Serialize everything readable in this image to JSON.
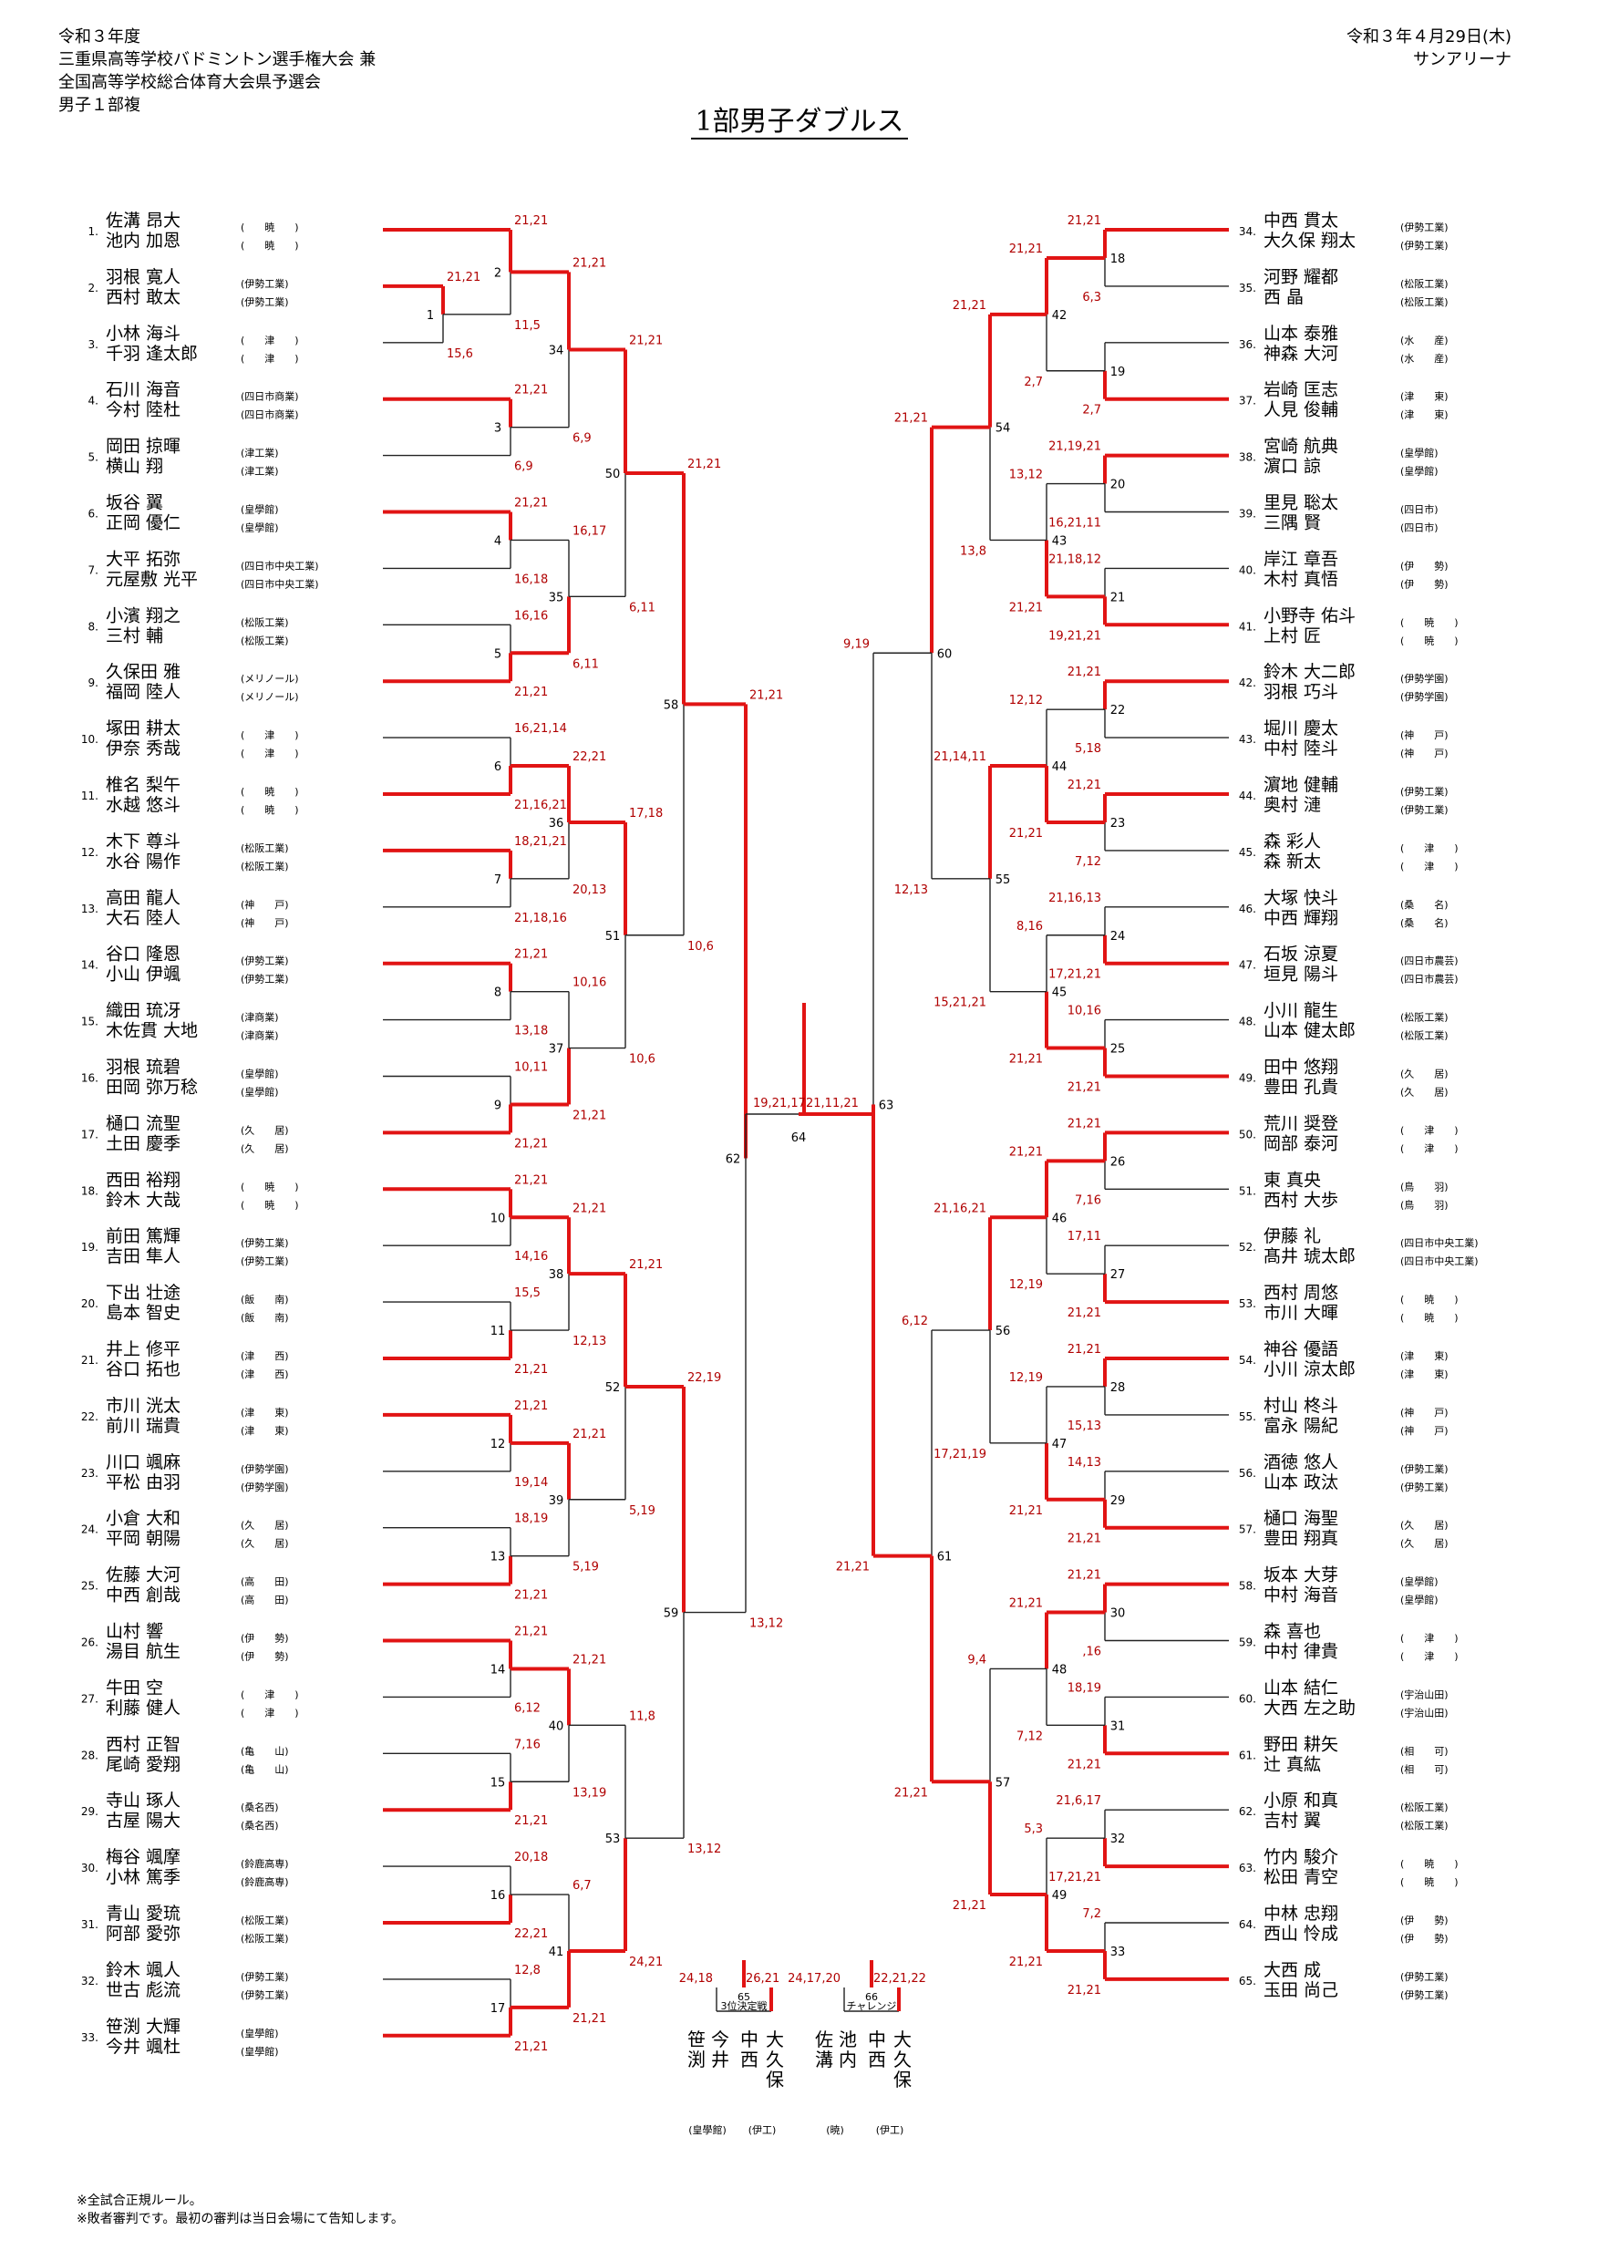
{
  "header": {
    "left_lines": [
      "令和３年度",
      "三重県高等学校バドミントン選手権大会 兼",
      "全国高等学校総合体育大会県予選会",
      "男子１部複"
    ],
    "date": "令和３年４月29日(木)",
    "venue": "サンアリーナ"
  },
  "title": "1部男子ダブルス",
  "footer": [
    "※全試合正規ルール。",
    "※敗者審判です。最初の審判は当日会場にて告知します。"
  ],
  "left_entries": [
    {
      "no": "1.",
      "p1": "佐溝 昂大",
      "p2": "池内 加恩",
      "school": "(　　暁　　)"
    },
    {
      "no": "2.",
      "p1": "羽根 寛人",
      "p2": "西村 敢太",
      "school": "(伊勢工業)"
    },
    {
      "no": "3.",
      "p1": "小林 海斗",
      "p2": "千羽 逢太郎",
      "school": "(　　津　　)"
    },
    {
      "no": "4.",
      "p1": "石川 海音",
      "p2": "今村 陸杜",
      "school": "(四日市商業)"
    },
    {
      "no": "5.",
      "p1": "岡田 掠暉",
      "p2": "横山 翔",
      "school": "(津工業)"
    },
    {
      "no": "6.",
      "p1": "坂谷 翼",
      "p2": "正岡 優仁",
      "school": "(皇學館)"
    },
    {
      "no": "7.",
      "p1": "大平 拓弥",
      "p2": "元屋敷 光平",
      "school": "(四日市中央工業)"
    },
    {
      "no": "8.",
      "p1": "小濱 翔之",
      "p2": "三村 輔",
      "school": "(松阪工業)"
    },
    {
      "no": "9.",
      "p1": "久保田 雅",
      "p2": "福岡 陸人",
      "school": "(メリノール)"
    },
    {
      "no": "10.",
      "p1": "塚田 耕太",
      "p2": "伊奈 秀哉",
      "school": "(　　津　　)"
    },
    {
      "no": "11.",
      "p1": "椎名 梨午",
      "p2": "水越 悠斗",
      "school": "(　　暁　　)"
    },
    {
      "no": "12.",
      "p1": "木下 尊斗",
      "p2": "水谷 陽作",
      "school": "(松阪工業)"
    },
    {
      "no": "13.",
      "p1": "高田 龍人",
      "p2": "大石 陸人",
      "school": "(神　　戸)"
    },
    {
      "no": "14.",
      "p1": "谷口 隆恩",
      "p2": "小山 伊颯",
      "school": "(伊勢工業)"
    },
    {
      "no": "15.",
      "p1": "織田 琉冴",
      "p2": "木佐貫 大地",
      "school": "(津商業)"
    },
    {
      "no": "16.",
      "p1": "羽根 琉碧",
      "p2": "田岡 弥万稔",
      "school": "(皇學館)"
    },
    {
      "no": "17.",
      "p1": "樋口 流聖",
      "p2": "土田 慶季",
      "school": "(久　　居)"
    },
    {
      "no": "18.",
      "p1": "西田 裕翔",
      "p2": "鈴木 大哉",
      "school": "(　　暁　　)"
    },
    {
      "no": "19.",
      "p1": "前田 篤輝",
      "p2": "吉田 隼人",
      "school": "(伊勢工業)"
    },
    {
      "no": "20.",
      "p1": "下出 壮途",
      "p2": "島本 智史",
      "school": "(飯　　南)"
    },
    {
      "no": "21.",
      "p1": "井上 修平",
      "p2": "谷口 拓也",
      "school": "(津　　西)"
    },
    {
      "no": "22.",
      "p1": "市川 洸太",
      "p2": "前川 瑞貴",
      "school": "(津　　東)"
    },
    {
      "no": "23.",
      "p1": "川口 颯麻",
      "p2": "平松 由羽",
      "school": "(伊勢学園)"
    },
    {
      "no": "24.",
      "p1": "小倉 大和",
      "p2": "平岡 朝陽",
      "school": "(久　　居)"
    },
    {
      "no": "25.",
      "p1": "佐藤 大河",
      "p2": "中西 創哉",
      "school": "(高　　田)"
    },
    {
      "no": "26.",
      "p1": "山村 響",
      "p2": "湯目 航生",
      "school": "(伊　　勢)"
    },
    {
      "no": "27.",
      "p1": "牛田 空",
      "p2": "利藤 健人",
      "school": "(　　津　　)"
    },
    {
      "no": "28.",
      "p1": "西村 正智",
      "p2": "尾崎 愛翔",
      "school": "(亀　　山)"
    },
    {
      "no": "29.",
      "p1": "寺山 琢人",
      "p2": "古屋 陽大",
      "school": "(桑名西)"
    },
    {
      "no": "30.",
      "p1": "梅谷 颯摩",
      "p2": "小林 篤季",
      "school": "(鈴鹿高専)"
    },
    {
      "no": "31.",
      "p1": "青山 愛琉",
      "p2": "阿部 愛弥",
      "school": "(松阪工業)"
    },
    {
      "no": "32.",
      "p1": "鈴木 颯人",
      "p2": "世古 彪流",
      "school": "(伊勢工業)"
    },
    {
      "no": "33.",
      "p1": "笹渕 大輝",
      "p2": "今井 颯杜",
      "school": "(皇學館)"
    }
  ],
  "right_entries": [
    {
      "no": "34.",
      "p1": "中西 貫太",
      "p2": "大久保 翔太",
      "school": "(伊勢工業)"
    },
    {
      "no": "35.",
      "p1": "河野 耀都",
      "p2": "西 晶",
      "school": "(松阪工業)"
    },
    {
      "no": "36.",
      "p1": "山本 泰雅",
      "p2": "神森 大河",
      "school": "(水　　産)"
    },
    {
      "no": "37.",
      "p1": "岩崎 匡志",
      "p2": "人見 俊輔",
      "school": "(津　　東)"
    },
    {
      "no": "38.",
      "p1": "宮崎 航典",
      "p2": "濵口 諒",
      "school": "(皇學館)"
    },
    {
      "no": "39.",
      "p1": "里見 聡太",
      "p2": "三隅 賢",
      "school": "(四日市)"
    },
    {
      "no": "40.",
      "p1": "岸江 章吾",
      "p2": "木村 真悟",
      "school": "(伊　　勢)"
    },
    {
      "no": "41.",
      "p1": "小野寺 佑斗",
      "p2": "上村 匠",
      "school": "(　　暁　　)"
    },
    {
      "no": "42.",
      "p1": "鈴木 大二郎",
      "p2": "羽根 巧斗",
      "school": "(伊勢学園)"
    },
    {
      "no": "43.",
      "p1": "堀川 慶太",
      "p2": "中村 陸斗",
      "school": "(神　　戸)"
    },
    {
      "no": "44.",
      "p1": "濵地 健輔",
      "p2": "奥村 漣",
      "school": "(伊勢工業)"
    },
    {
      "no": "45.",
      "p1": "森 彩人",
      "p2": "森 新太",
      "school": "(　　津　　)"
    },
    {
      "no": "46.",
      "p1": "大塚 快斗",
      "p2": "中西 輝翔",
      "school": "(桑　　名)"
    },
    {
      "no": "47.",
      "p1": "石坂 涼夏",
      "p2": "垣見 陽斗",
      "school": "(四日市農芸)"
    },
    {
      "no": "48.",
      "p1": "小川 龍生",
      "p2": "山本 健太郎",
      "school": "(松阪工業)"
    },
    {
      "no": "49.",
      "p1": "田中 悠翔",
      "p2": "豊田 孔貴",
      "school": "(久　　居)"
    },
    {
      "no": "50.",
      "p1": "荒川 奨登",
      "p2": "岡部 泰河",
      "school": "(　　津　　)"
    },
    {
      "no": "51.",
      "p1": "東 真央",
      "p2": "西村 大歩",
      "school": "(鳥　　羽)"
    },
    {
      "no": "52.",
      "p1": "伊藤 礼",
      "p2": "髙井 琥太郎",
      "school": "(四日市中央工業)"
    },
    {
      "no": "53.",
      "p1": "西村 周悠",
      "p2": "市川 大暉",
      "school": "(　　暁　　)"
    },
    {
      "no": "54.",
      "p1": "神谷 優語",
      "p2": "小川 涼太郎",
      "school": "(津　　東)"
    },
    {
      "no": "55.",
      "p1": "村山 柊斗",
      "p2": "富永 陽紀",
      "school": "(神　　戸)"
    },
    {
      "no": "56.",
      "p1": "酒徳 悠人",
      "p2": "山本 政汰",
      "school": "(伊勢工業)"
    },
    {
      "no": "57.",
      "p1": "樋口 海聖",
      "p2": "豊田 翔真",
      "school": "(久　　居)"
    },
    {
      "no": "58.",
      "p1": "坂本 大芽",
      "p2": "中村 海音",
      "school": "(皇學館)"
    },
    {
      "no": "59.",
      "p1": "森 喜也",
      "p2": "中村 律貴",
      "school": "(　　津　　)"
    },
    {
      "no": "60.",
      "p1": "山本 結仁",
      "p2": "大西 左之助",
      "school": "(宇治山田)"
    },
    {
      "no": "61.",
      "p1": "野田 耕矢",
      "p2": "辻 真紘",
      "school": "(相　　可)"
    },
    {
      "no": "62.",
      "p1": "小原 和真",
      "p2": "吉村 翼",
      "school": "(松阪工業)"
    },
    {
      "no": "63.",
      "p1": "竹内 駿介",
      "p2": "松田 青空",
      "school": "(　　暁　　)"
    },
    {
      "no": "64.",
      "p1": "中林 忠翔",
      "p2": "西山 怜成",
      "school": "(伊　　勢)"
    },
    {
      "no": "65.",
      "p1": "大西 成",
      "p2": "玉田 尚己",
      "school": "(伊勢工業)"
    }
  ],
  "left_matches": [
    {
      "id": "1",
      "a": "21,21",
      "b": "15,6",
      "w": "a"
    },
    {
      "id": "2",
      "a": "21,21",
      "b": "11,5",
      "w": "a"
    },
    {
      "id": "3",
      "a": "21,21",
      "b": "6,9",
      "w": "a"
    },
    {
      "id": "4",
      "a": "21,21",
      "b": "16,18",
      "w": "a"
    },
    {
      "id": "5",
      "a": "16,16",
      "b": "21,21",
      "w": "b"
    },
    {
      "id": "6",
      "a": "16,21,14",
      "b": "21,16,21",
      "w": "b"
    },
    {
      "id": "7",
      "a": "18,21,21",
      "b": "21,18,16",
      "w": "a"
    },
    {
      "id": "8",
      "a": "21,21",
      "b": "13,18",
      "w": "a"
    },
    {
      "id": "9",
      "a": "10,11",
      "b": "21,21",
      "w": "b"
    },
    {
      "id": "10",
      "a": "21,21",
      "b": "14,16",
      "w": "a"
    },
    {
      "id": "11",
      "a": "15,5",
      "b": "21,21",
      "w": "b"
    },
    {
      "id": "12",
      "a": "21,21",
      "b": "19,14",
      "w": "a"
    },
    {
      "id": "13",
      "a": "18,19",
      "b": "21,21",
      "w": "b"
    },
    {
      "id": "14",
      "a": "21,21",
      "b": "6,12",
      "w": "a"
    },
    {
      "id": "15",
      "a": "7,16",
      "b": "21,21",
      "w": "b"
    },
    {
      "id": "16",
      "a": "20,18",
      "b": "22,21",
      "w": "b"
    },
    {
      "id": "17",
      "a": "12,8",
      "b": "21,21",
      "w": "b"
    },
    {
      "id": "34",
      "a": "21,21",
      "b": "6,9",
      "w": "a"
    },
    {
      "id": "35",
      "a": "16,17",
      "b": "6,11",
      "w": "b"
    },
    {
      "id": "36",
      "a": "22,21",
      "b": "20,13",
      "w": "a"
    },
    {
      "id": "37",
      "a": "10,16",
      "b": "21,21",
      "w": "b"
    },
    {
      "id": "38",
      "a": "21,21",
      "b": "12,13",
      "w": "a"
    },
    {
      "id": "39",
      "a": "21,21",
      "b": "5,19",
      "w": "a"
    },
    {
      "id": "40",
      "a": "21,21",
      "b": "13,19",
      "w": "a"
    },
    {
      "id": "41",
      "a": "6,7",
      "b": "21,21",
      "w": "b"
    },
    {
      "id": "50",
      "a": "21,21",
      "b": "6,11",
      "w": "a"
    },
    {
      "id": "51",
      "a": "17,18",
      "b": "10,6",
      "w": "a"
    },
    {
      "id": "52",
      "a": "21,21",
      "b": "5,19",
      "w": "a"
    },
    {
      "id": "53",
      "a": "11,8",
      "b": "24,21",
      "w": "b"
    },
    {
      "id": "58",
      "a": "21,21",
      "b": "10,6",
      "w": "a"
    },
    {
      "id": "59",
      "a": "22,19",
      "b": "13,12",
      "w": "a"
    },
    {
      "id": "62",
      "a": "21,21",
      "b": "13,12",
      "w": "a"
    }
  ],
  "right_matches": [
    {
      "id": "18",
      "a": "21,21",
      "b": "6,3",
      "w": "a"
    },
    {
      "id": "19",
      "a": "",
      "b": "2,7",
      "w": "b"
    },
    {
      "id": "20",
      "a": "21,19,21",
      "b": "16,21,11",
      "w": "a"
    },
    {
      "id": "21",
      "a": "21,18,12",
      "b": "19,21,21",
      "w": "b"
    },
    {
      "id": "22",
      "a": "21,21",
      "b": "5,18",
      "w": "a"
    },
    {
      "id": "23",
      "a": "21,21",
      "b": "7,12",
      "w": "a"
    },
    {
      "id": "24",
      "a": "21,16,13",
      "b": "17,21,21",
      "w": "b"
    },
    {
      "id": "25",
      "a": "10,16",
      "b": "21,21",
      "w": "b"
    },
    {
      "id": "26",
      "a": "21,21",
      "b": "7,16",
      "w": "a"
    },
    {
      "id": "27",
      "a": "17,11",
      "b": "21,21",
      "w": "b"
    },
    {
      "id": "28",
      "a": "21,21",
      "b": "15,13",
      "w": "a"
    },
    {
      "id": "29",
      "a": "14,13",
      "b": "21,21",
      "w": "b"
    },
    {
      "id": "30",
      "a": "21,21",
      "b": ",16",
      "w": "a"
    },
    {
      "id": "31",
      "a": "18,19",
      "b": "21,21",
      "w": "b"
    },
    {
      "id": "32",
      "a": "21,6,17",
      "b": "17,21,21",
      "w": "b"
    },
    {
      "id": "33",
      "a": "7,2",
      "b": "21,21",
      "w": "b"
    },
    {
      "id": "42",
      "a": "21,21",
      "b": "2,7",
      "w": "a"
    },
    {
      "id": "43",
      "a": "13,12",
      "b": "21,21",
      "w": "b"
    },
    {
      "id": "44",
      "a": "12,12",
      "b": "21,21",
      "w": "b"
    },
    {
      "id": "45",
      "a": "8,16",
      "b": "21,21",
      "w": "b"
    },
    {
      "id": "46",
      "a": "21,21",
      "b": "12,19",
      "w": "a"
    },
    {
      "id": "47",
      "a": "12,19",
      "b": "21,21",
      "w": "b"
    },
    {
      "id": "48",
      "a": "21,21",
      "b": "7,12",
      "w": "a"
    },
    {
      "id": "49",
      "a": "5,3",
      "b": "21,21",
      "w": "b"
    },
    {
      "id": "54",
      "a": "21,21",
      "b": "13,8",
      "w": "a"
    },
    {
      "id": "55",
      "a": "21,14,11",
      "b": "15,21,21",
      "w": "a"
    },
    {
      "id": "56",
      "a": "21,16,21",
      "b": "17,21,19",
      "w": "a"
    },
    {
      "id": "57",
      "a": "9,4",
      "b": "21,21",
      "w": "b"
    },
    {
      "id": "60",
      "a": "21,21",
      "b": "12,13",
      "w": "a"
    },
    {
      "id": "61",
      "a": "6,12",
      "b": "21,21",
      "w": "b"
    },
    {
      "id": "63",
      "a": "9,19",
      "b": "21,21",
      "w": "b"
    }
  ],
  "final": {
    "id_left": "62",
    "id_right": "63",
    "label": "64",
    "left_score": "19,21,17",
    "right_score": "21,11,21"
  },
  "third_place": {
    "id": "65",
    "caption": "3位決定戦",
    "left_score": "24,18",
    "right_score": "26,21",
    "left_pair": "笹渕 今井",
    "right_pair": "大久保 中西",
    "left_school": "(皇學館)",
    "right_school": "(伊工)"
  },
  "challenge": {
    "id": "66",
    "caption": "チャレンジ",
    "left_score": "24,17,20",
    "right_score": "22,21,22",
    "left_pair": "佐溝 池内",
    "right_pair": "大久保 中西",
    "left_school": "(暁)",
    "right_school": "(伊工)"
  }
}
